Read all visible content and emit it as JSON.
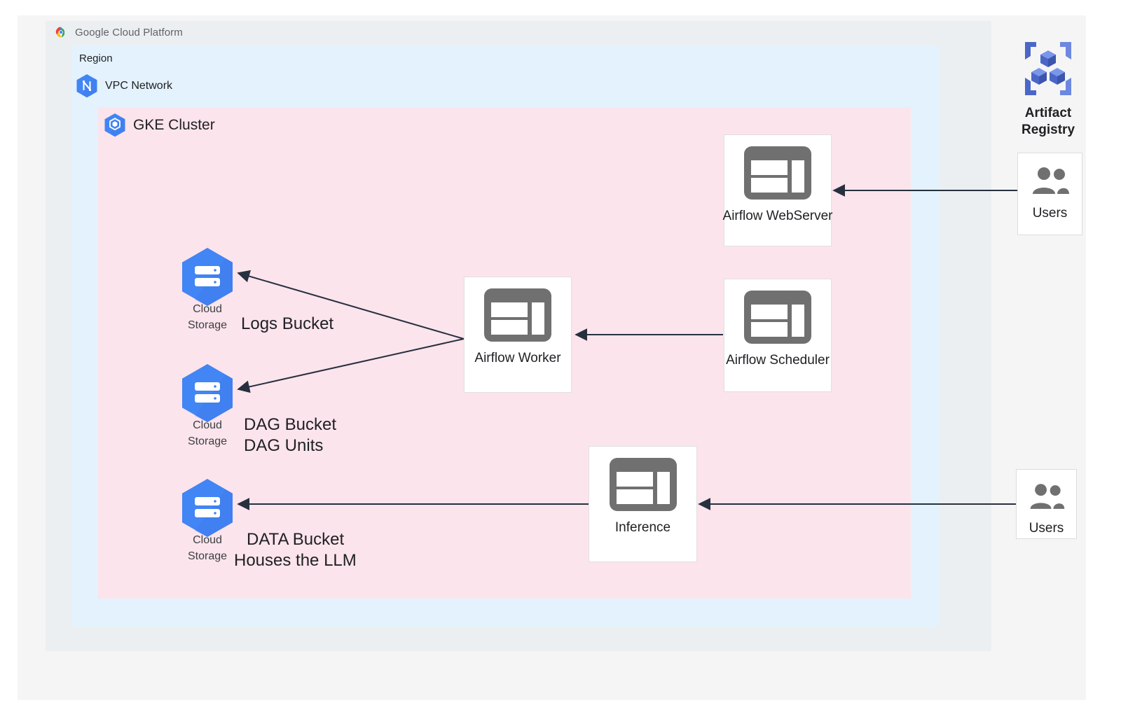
{
  "platform": {
    "logo_icon": "google-cloud-logo-icon",
    "brand_bold": "Google",
    "brand_rest": "Cloud Platform"
  },
  "containers": {
    "region": {
      "label": "Region"
    },
    "vpc": {
      "label": "VPC Network",
      "icon": "vpc-network-hexagon-icon"
    },
    "gke": {
      "label": "GKE Cluster",
      "icon": "gke-cluster-hexagon-icon"
    }
  },
  "colors": {
    "canvas": "#f5f5f5",
    "gcp_panel": "#eceff1",
    "region_panel": "#e3f2fd",
    "gke_panel": "#fce4ec",
    "gcp_blue": "#4285f4",
    "hex_blue": "#4285f4",
    "node_icon_gray": "#707070",
    "artifact_blue": "#4a67c8",
    "arrow": "#27303f",
    "node_border": "#e0e0e0"
  },
  "nodes": [
    {
      "id": "airflow-webserver",
      "label": "Airflow WebServer",
      "icon": "app-window-icon"
    },
    {
      "id": "airflow-worker",
      "label": "Airflow Worker",
      "icon": "app-window-icon"
    },
    {
      "id": "airflow-scheduler",
      "label": "Airflow Scheduler",
      "icon": "app-window-icon"
    },
    {
      "id": "inference",
      "label": "Inference",
      "icon": "app-window-icon"
    }
  ],
  "storage_buckets": [
    {
      "id": "logs-bucket",
      "service_line1": "Cloud",
      "service_line2": "Storage",
      "note_line1": "Logs Bucket",
      "note_line2": "",
      "icon": "cloud-storage-hexagon-icon"
    },
    {
      "id": "dag-bucket",
      "service_line1": "Cloud",
      "service_line2": "Storage",
      "note_line1": "DAG Bucket",
      "note_line2": "DAG Units",
      "icon": "cloud-storage-hexagon-icon"
    },
    {
      "id": "data-bucket",
      "service_line1": "Cloud",
      "service_line2": "Storage",
      "note_line1": "DATA Bucket",
      "note_line2": "Houses the LLM",
      "icon": "cloud-storage-hexagon-icon"
    }
  ],
  "artifact_registry": {
    "label_line1": "Artifact",
    "label_line2": "Registry",
    "icon": "artifact-registry-icon"
  },
  "users": [
    {
      "id": "users-top",
      "label": "Users",
      "icon": "users-group-icon"
    },
    {
      "id": "users-bottom",
      "label": "Users",
      "icon": "users-group-icon"
    }
  ]
}
